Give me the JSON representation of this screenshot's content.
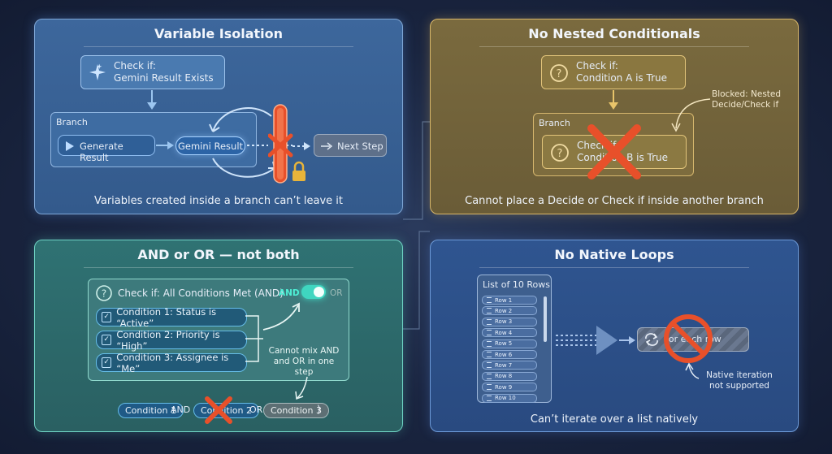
{
  "panels": {
    "variable_isolation": {
      "title": "Variable Isolation",
      "check_if": "Check if:",
      "check_condition": "Gemini Result Exists",
      "branch_label": "Branch",
      "generate_result": "Generate Result",
      "gemini_result": "Gemini Result",
      "next_step": "Next Step",
      "caption": "Variables created inside a branch can’t leave it"
    },
    "no_nested": {
      "title": "No Nested Conditionals",
      "check_if": "Check if:",
      "check_condition": "Condition A is True",
      "branch_label": "Branch",
      "inner_check_if": "Check if:",
      "inner_condition": "Condition B is True",
      "blocked_note": "Blocked: Nested Decide/Check if",
      "caption": "Cannot place a Decide or Check if inside another branch"
    },
    "and_or": {
      "title": "AND or OR — not both",
      "check_header": "Check if: All Conditions Met (AND)",
      "toggle_and": "AND",
      "toggle_or": "OR",
      "conditions": [
        "Condition 1: Status is “Active”",
        "Condition 2: Priority is “High”",
        "Condition 3: Assignee is “Me”"
      ],
      "note": "Cannot mix AND and OR in one step",
      "expr_c1": "Condition 1",
      "expr_and": "AND (",
      "expr_c2": "Condition 2",
      "expr_or": "OR",
      "expr_c3": "Condition 3",
      "expr_close": ")"
    },
    "no_loops": {
      "title": "No Native Loops",
      "list_title": "List of 10 Rows",
      "rows": [
        "Row 1",
        "Row 2",
        "Row 3",
        "Row 4",
        "Row 5",
        "Row 6",
        "Row 7",
        "Row 8",
        "Row 9",
        "Row 10"
      ],
      "for_each": "For each row",
      "note": "Native iteration not supported",
      "caption": "Can’t iterate over a list natively"
    }
  },
  "colors": {
    "blocked_red": "#e8502a",
    "lock_gold": "#e8b43a",
    "toggle_on": "#3fd6c0"
  }
}
